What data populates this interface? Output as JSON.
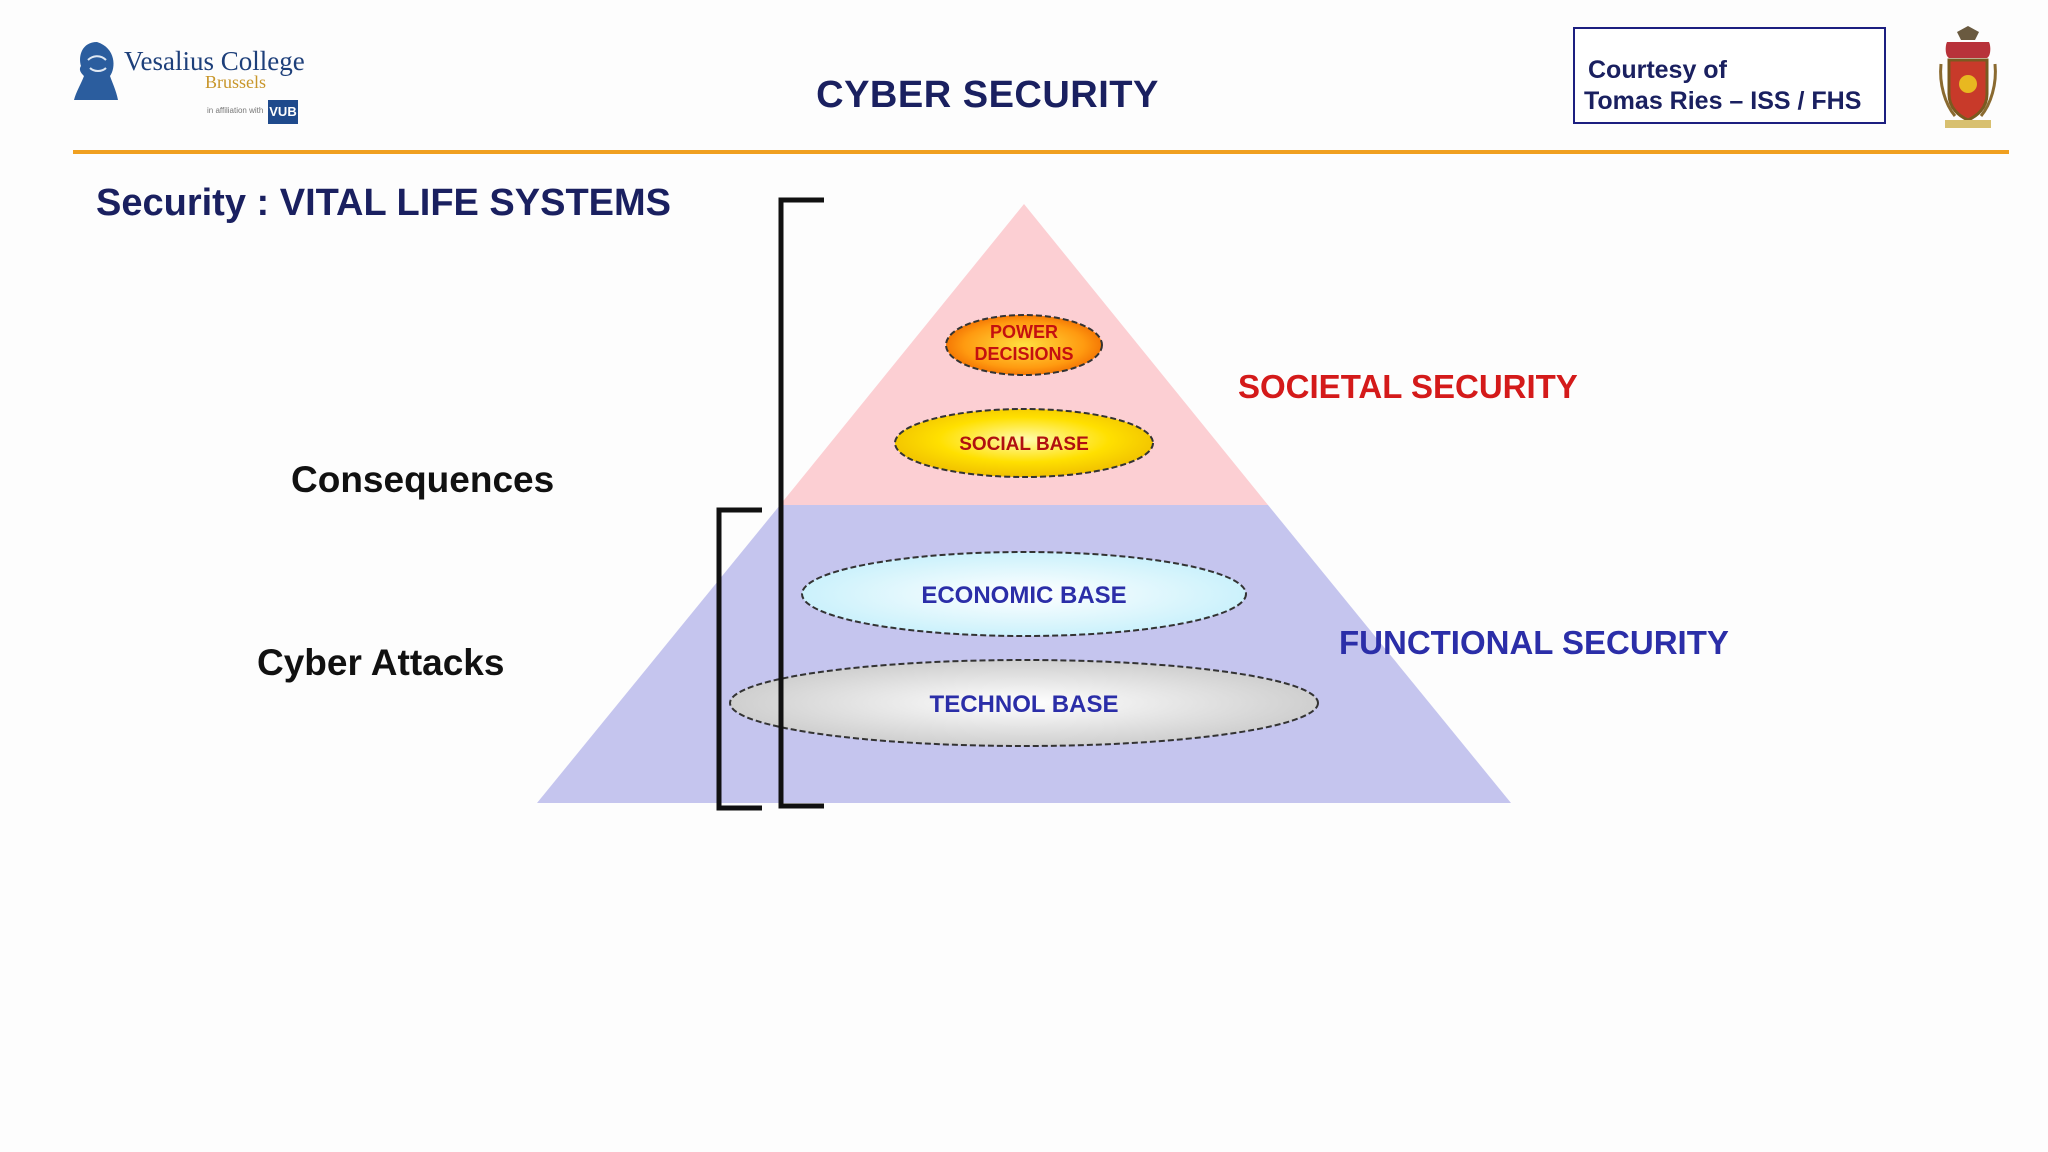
{
  "header": {
    "title": "CYBER SECURITY",
    "logo_name": "Vesalius College",
    "logo_city": "Brussels",
    "logo_affiliation": "in affiliation with",
    "logo_vub": "VUB",
    "courtesy_line1": "Courtesy of",
    "courtesy_line2": "Tomas Ries – ISS / FHS"
  },
  "subtitle": "Security : VITAL LIFE SYSTEMS",
  "left_labels": {
    "consequences": "Consequences",
    "cyber_attacks": "Cyber Attacks"
  },
  "pyramid": {
    "layers": {
      "power": [
        "POWER",
        "DECISIONS"
      ],
      "social": "SOCIAL BASE",
      "economic": "ECONOMIC BASE",
      "technol": "TECHNOL BASE"
    },
    "societal_label": "SOCIETAL SECURITY",
    "functional_label": "FUNCTIONAL SECURITY"
  },
  "colors": {
    "title": "#1a2060",
    "rule": "#f0a020",
    "societal_zone": "#fccfd3",
    "functional_zone": "#c5c5ee",
    "societal_text": "#d41a1a",
    "functional_text": "#2b2ea8"
  }
}
